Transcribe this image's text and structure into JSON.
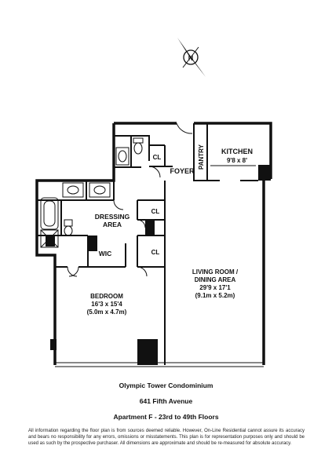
{
  "compass": {
    "label": "N",
    "icon": "north-arrow-icon"
  },
  "rooms": {
    "kitchen": {
      "name": "KITCHEN",
      "size": "9'8 x 8'"
    },
    "pantry": {
      "name": "PANTRY"
    },
    "foyer": {
      "name": "FOYER"
    },
    "closet_foyer": {
      "name": "CL"
    },
    "dressing": {
      "name_line1": "DRESSING",
      "name_line2": "AREA"
    },
    "closet_dressing_1": {
      "name": "CL"
    },
    "closet_dressing_2": {
      "name": "CL"
    },
    "wic": {
      "name": "WIC"
    },
    "living": {
      "name_line1": "LIVING ROOM /",
      "name_line2": "DINING AREA",
      "size": "29'9 x 17'1",
      "size_metric": "(9.1m x 5.2m)"
    },
    "bedroom": {
      "name": "BEDROOM",
      "size": "16'3 x 15'4",
      "size_metric": "(5.0m x 4.7m)"
    }
  },
  "footer": {
    "building": "Olympic Tower Condominium",
    "address": "641 Fifth Avenue",
    "unit": "Apartment F - 23rd to 49th Floors",
    "disclaimer": "All information regarding the floor plan is from sources deemed reliable. However, On-Line Residential cannot assure its accuracy and bears no responsibility for any errors, omissions or misstatements. This plan is for representation purposes only and should be used as such by the prospective purchaser. All dimensions are approximate and should be re-measured for absolute accuracy."
  }
}
